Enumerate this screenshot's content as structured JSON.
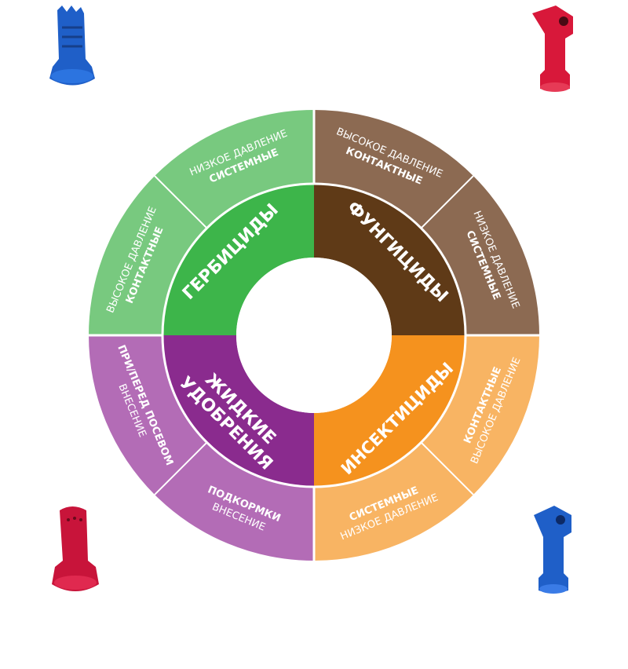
{
  "colors": {
    "herbicides_inner": "#3db54a",
    "herbicides_outer": "#78c97f",
    "fungicides_inner": "#5f3a17",
    "fungicides_outer": "#8c6a52",
    "insecticides_inner": "#f5921e",
    "insecticides_outer": "#f8b463",
    "fertilizers_inner": "#8a2b8e",
    "fertilizers_outer": "#b36cb6",
    "nozzle_blue": "#1f5fc8",
    "nozzle_red": "#d8183a"
  },
  "wheel": {
    "herbicides": {
      "label": "ГЕРБИЦИДЫ",
      "segments": [
        {
          "line1": "НИЗКОЕ ДАВЛЕНИЕ",
          "line2": "СИСТЕМНЫЕ"
        },
        {
          "line1": "ВЫСОКОЕ ДАВЛЕНИЕ",
          "line2": "КОНТАКТНЫЕ"
        }
      ]
    },
    "fungicides": {
      "label": "ФУНГИЦИДЫ",
      "segments": [
        {
          "line1": "ВЫСОКОЕ ДАВЛЕНИЕ",
          "line2": "КОНТАКТНЫЕ"
        },
        {
          "line1": "НИЗКОЕ ДАВЛЕНИЕ",
          "line2": "СИСТЕМНЫЕ"
        }
      ]
    },
    "insecticides": {
      "label": "ИНСЕКТИЦИДЫ",
      "segments": [
        {
          "line1": "КОНТАКТНЫЕ",
          "line2": "ВЫСОКОЕ ДАВЛЕНИЕ"
        },
        {
          "line1": "СИСТЕМНЫЕ",
          "line2": "НИЗКОЕ ДАВЛЕНИЕ"
        }
      ]
    },
    "fertilizers": {
      "label_line1": "ЖИДКИЕ",
      "label_line2": "УДОБРЕНИЯ",
      "segments": [
        {
          "line1": "ПРИ/ПЕРЕД ПОСЕВОМ",
          "line2": "ВНЕСЕНИЕ"
        },
        {
          "line1": "ПОДКОРМКИ",
          "line2": "ВНЕСЕНИЕ"
        }
      ]
    }
  },
  "nozzles": [
    {
      "name": "blue-flat-nozzle-icon",
      "color": "nozzle_blue"
    },
    {
      "name": "red-angled-nozzle-icon",
      "color": "nozzle_red"
    },
    {
      "name": "red-flat-nozzle-icon",
      "color": "nozzle_red"
    },
    {
      "name": "blue-angled-nozzle-icon",
      "color": "nozzle_blue"
    }
  ]
}
